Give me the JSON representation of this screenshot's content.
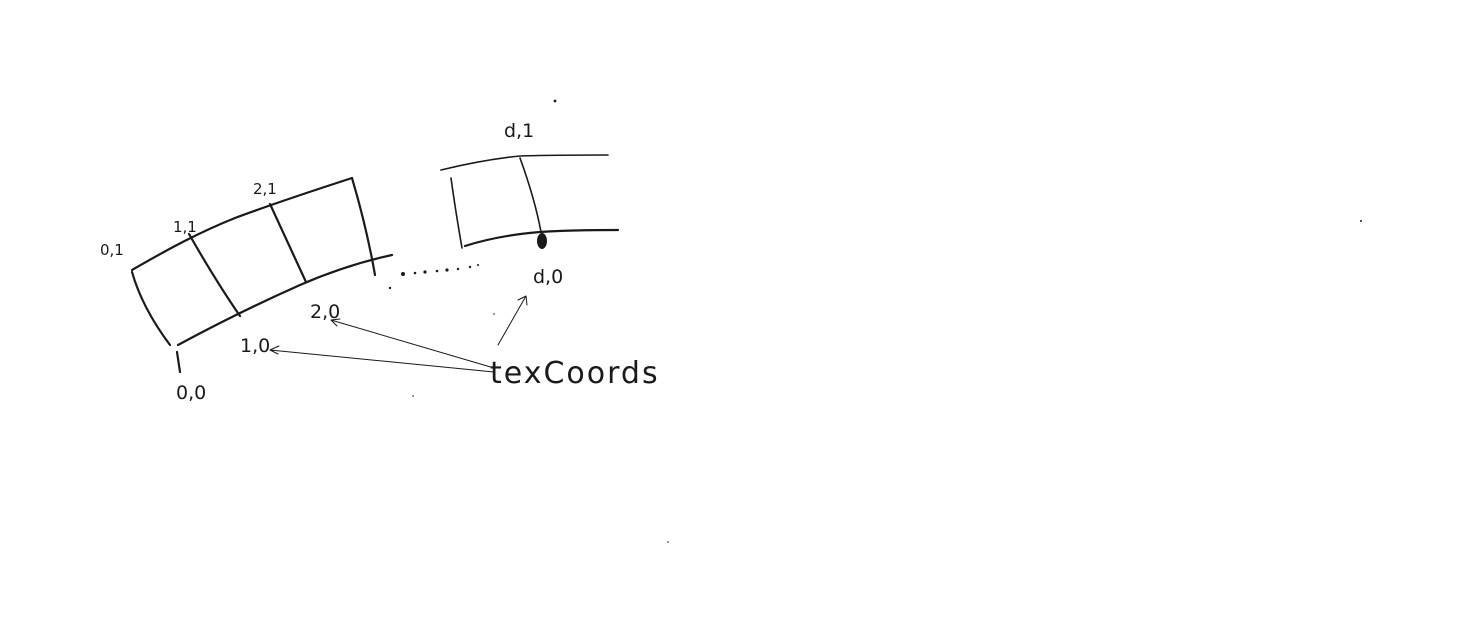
{
  "diagram": {
    "vertex_labels": {
      "v00": "0,0",
      "v01": "0,1",
      "v10": "1,0",
      "v11": "1,1",
      "v20": "2,0",
      "v21": "2,1",
      "vd0": "d,0",
      "vd1": "d,1"
    },
    "annotation": "texCoords",
    "continuation": ". . . . . ."
  }
}
